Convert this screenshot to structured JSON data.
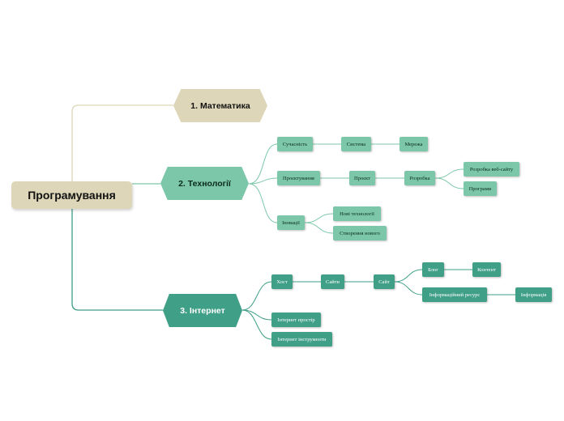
{
  "root": {
    "label": "Програмування"
  },
  "branches": {
    "math": {
      "label": "1. Математика",
      "color": "#ddd6b8"
    },
    "tech": {
      "label": "2. Технології",
      "color": "#7cc7a9"
    },
    "internet": {
      "label": "3. Інтернет",
      "color": "#3f9f87"
    }
  },
  "tech": {
    "suchasnist": "Сучасність",
    "systema": "Система",
    "merezha": "Мережа",
    "proektuvannia": "Проєктування",
    "proekt": "Проєкт",
    "rozrobka": "Розробка",
    "rozrobka_web": "Розробка веб-сайту",
    "programy": "Програми",
    "innovatsii": "Іновації",
    "novi_tekhnolohii": "Нові технології",
    "stvorennia": "Створення нового"
  },
  "internet": {
    "khost": "Хост",
    "saity": "Сайти",
    "sait": "Сайт",
    "bloh": "Блог",
    "kontent": "Контент",
    "info_resurs": "Інформаційний ресурс",
    "informatsiia": "Інформація",
    "prostir": "Інтернет простір",
    "instrumenty": "Інтернет інструменти"
  }
}
